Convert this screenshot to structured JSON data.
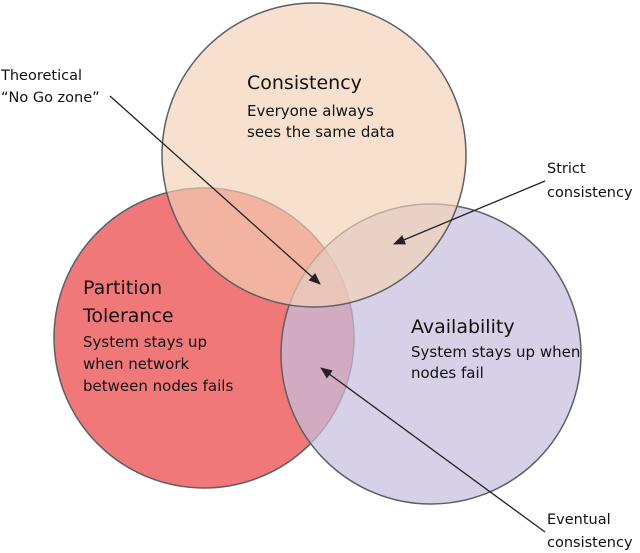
{
  "colors": {
    "consistency": "#f3d1b4",
    "partition": "#ef6c6c",
    "availability": "#c6bfdc",
    "outline": "#5b5f66",
    "arrow": "#222222"
  },
  "circles": {
    "consistency": {
      "title": "Consistency",
      "desc": [
        "Everyone always",
        "sees the same data"
      ]
    },
    "partition": {
      "title": [
        "Partition",
        "Tolerance"
      ],
      "desc": [
        "System stays up",
        "when network",
        "between nodes fails"
      ]
    },
    "availability": {
      "title": "Availability",
      "desc": [
        "System stays up when",
        "nodes fail"
      ]
    }
  },
  "callouts": {
    "theoretical": [
      "Theoretical",
      "“No Go zone”"
    ],
    "strict": [
      "Strict",
      "consistency"
    ],
    "eventual": [
      "Eventual",
      "consistency"
    ]
  }
}
